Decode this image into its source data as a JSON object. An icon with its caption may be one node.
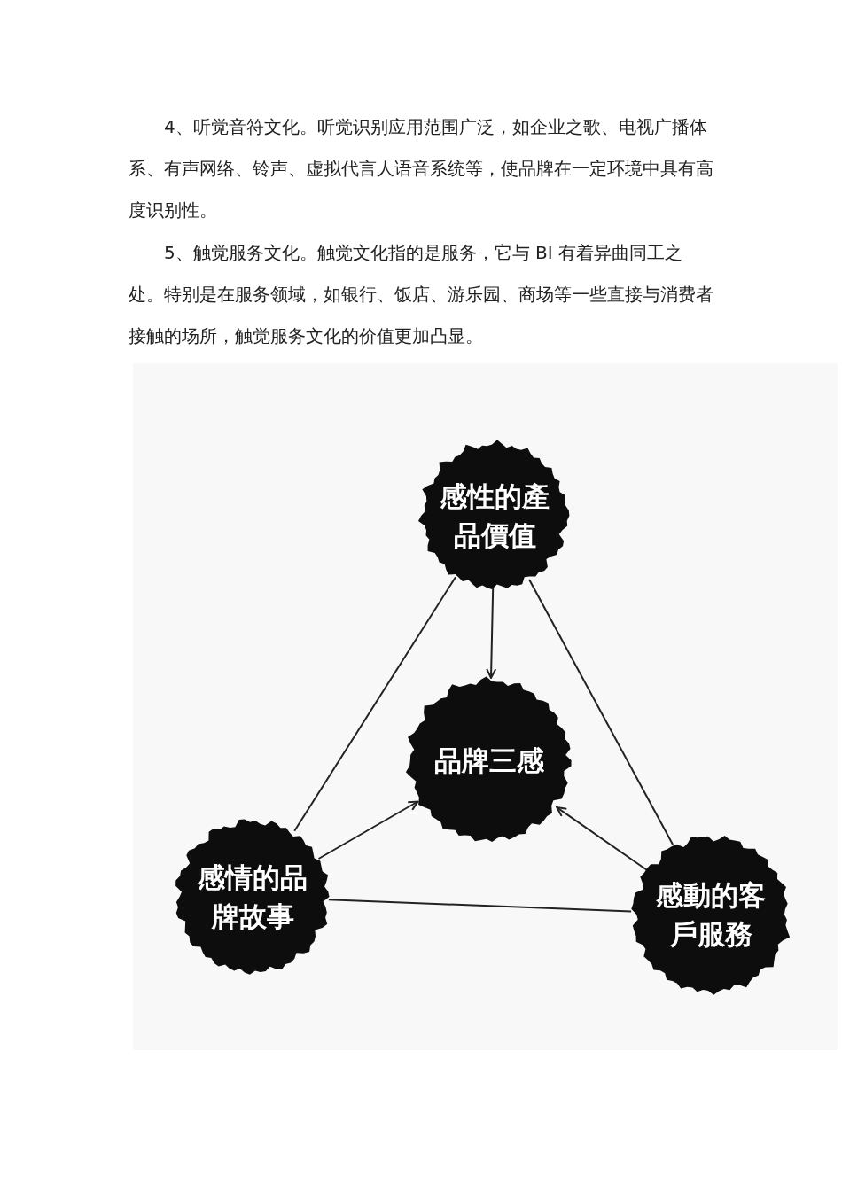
{
  "diagram": {
    "nodes": [
      {
        "text": [
          "感性的產品價值"
        ]
      },
      {
        "text": [
          "品牌三感"
        ]
      },
      {
        "text": [
          "感情的品牌故事"
        ]
      },
      {
        "text": [
          "感動的客戶服務"
        ]
      }
    ],
    "edges": [
      {
        "from": 0,
        "to": 1,
        "arrow": "to"
      },
      {
        "from": 2,
        "to": 1,
        "arrow": "to"
      },
      {
        "from": 3,
        "to": 1,
        "arrow": "to"
      },
      {
        "from": 0,
        "to": 2,
        "arrow": "none"
      },
      {
        "from": 0,
        "to": 3,
        "arrow": "none"
      },
      {
        "from": 2,
        "to": 3,
        "arrow": "none"
      }
    ],
    "labels": [
      "4、听觉音符文化。听觉识别应用范围广泛，如企业之歌、电视广播体系、有声网络、铃声、虚拟代言人语音系统等，使品牌在一定环境中具有高度识别性。",
      "5、触觉服务文化。触觉文化指的是服务，它与 BI 有着异曲同工之处。特别是在服务领域，如银行、饭店、游乐园、商场等一些直接与消费者接触的场所，触觉服务文化的价值更加凸显。"
    ]
  }
}
